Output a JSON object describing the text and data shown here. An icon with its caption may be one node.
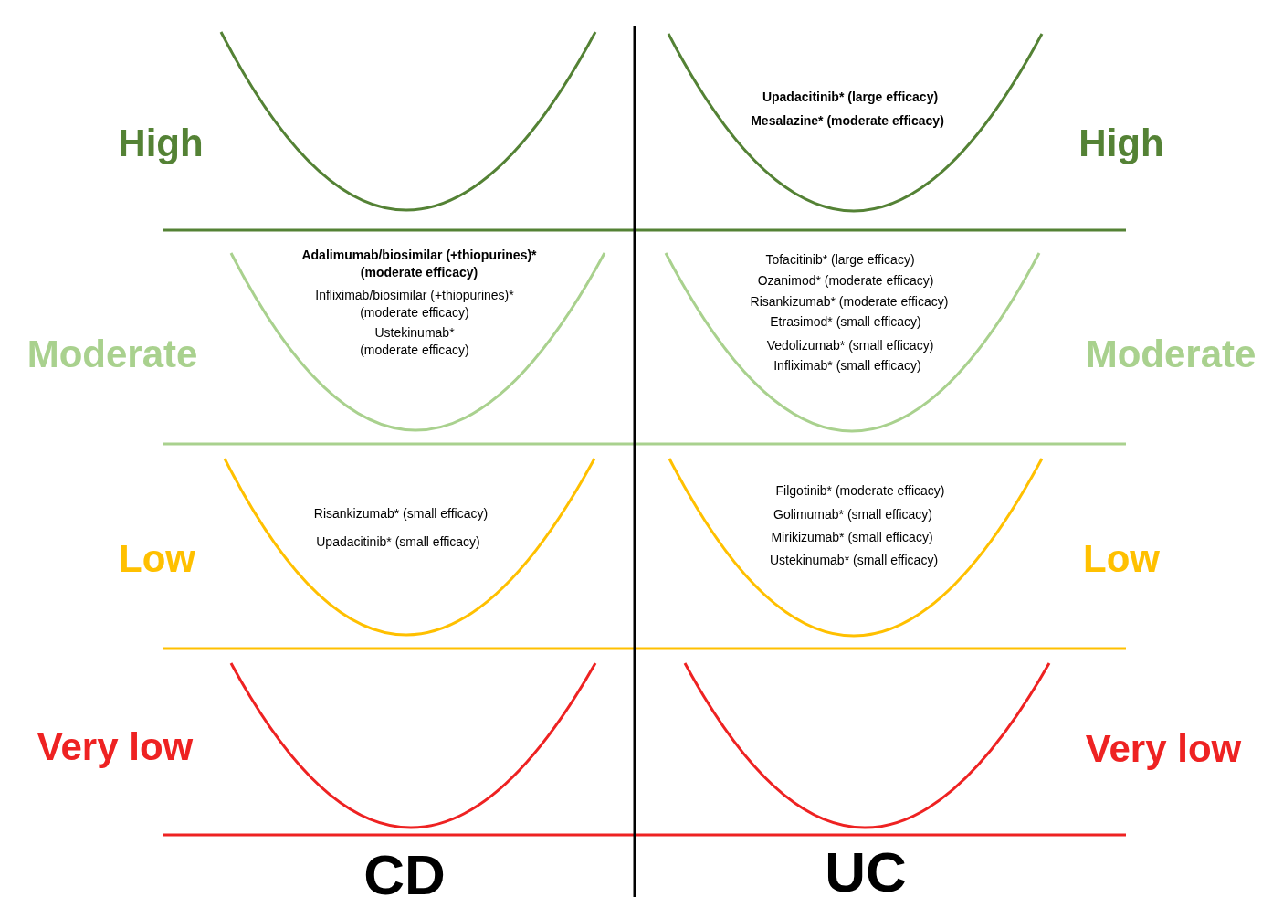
{
  "diagram": {
    "labels": [
      "High",
      "Upadacitinib* (large efficacy)",
      "Mesalazine* (moderate efficacy)",
      "High",
      "Moderate",
      "Adalimumab/biosimilar (+thiopurines)* (moderate efficacy)",
      "Infliximab/biosimilar (+thiopurines)* (moderate efficacy)",
      "Ustekinumab* (moderate efficacy)",
      "Tofacitinib* (large efficacy)",
      "Ozanimod* (moderate efficacy)",
      "Risankizumab* (moderate efficacy)",
      "Etrasimod* (small efficacy)",
      "Vedolizumab* (small efficacy)",
      "Infliximab* (small efficacy)",
      "Moderate",
      "Low",
      "Risankizumab* (small efficacy)",
      "Upadacitinib* (small efficacy)",
      "Filgotinib* (moderate efficacy)",
      "Golimumab* (small efficacy)",
      "Mirikizumab* (small efficacy)",
      "Ustekinumab* (small efficacy)",
      "Low",
      "Very low",
      "Very low",
      "CD",
      "UC"
    ]
  }
}
